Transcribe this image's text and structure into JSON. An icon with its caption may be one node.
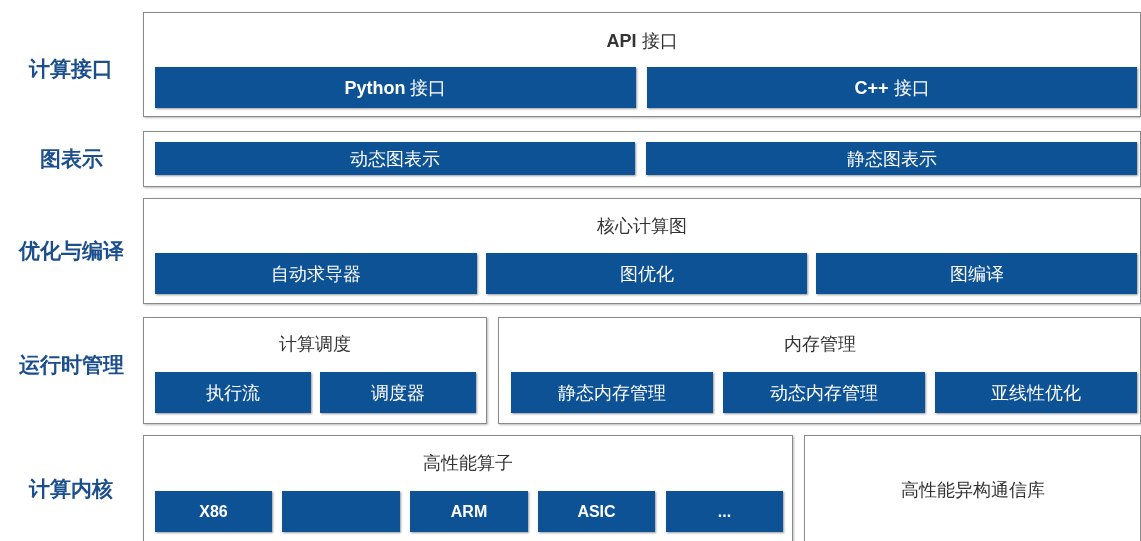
{
  "diagram": {
    "nodes": [
      {
        "text": [
          "**API** 接口"
        ]
      },
      {
        "text": [
          "**Python** 接口"
        ],
        "in": 0
      },
      {
        "text": [
          "**C++** 接口"
        ],
        "in": 0
      },
      {
        "text": [],
        "shape": "box"
      },
      {
        "text": [
          "动态图表示"
        ],
        "in": 3
      },
      {
        "text": [
          "静态图表示"
        ],
        "in": 3
      },
      {
        "text": [
          "核心计算图"
        ]
      },
      {
        "text": [
          "自动求导器"
        ],
        "in": 6
      },
      {
        "text": [
          "图优化"
        ],
        "in": 6
      },
      {
        "text": [
          "图编译"
        ],
        "in": 6
      },
      {
        "text": [
          "计算调度"
        ]
      },
      {
        "text": [
          "执行流"
        ],
        "in": 10
      },
      {
        "text": [
          "调度器"
        ],
        "in": 10
      },
      {
        "text": [
          "内存管理"
        ]
      },
      {
        "text": [
          "静态内存管理"
        ],
        "in": 13
      },
      {
        "text": [
          "动态内存管理"
        ],
        "in": 13
      },
      {
        "text": [
          "亚线性优化"
        ],
        "in": 13
      },
      {
        "text": [
          "高性能算子"
        ]
      },
      {
        "text": [
          "X86"
        ],
        "in": 17
      },
      {
        "text": [],
        "shape": "box",
        "in": 17
      },
      {
        "text": [
          "ARM"
        ],
        "in": 17
      },
      {
        "text": [
          "ASIC"
        ],
        "in": 17
      },
      {
        "text": [
          "..."
        ],
        "in": 17
      },
      {
        "text": [
          "高性能异构通信库"
        ]
      }
    ],
    "labels": [
      "计算接口",
      "图表示",
      "优化与编译",
      "运行时管理",
      "计算内核"
    ]
  }
}
